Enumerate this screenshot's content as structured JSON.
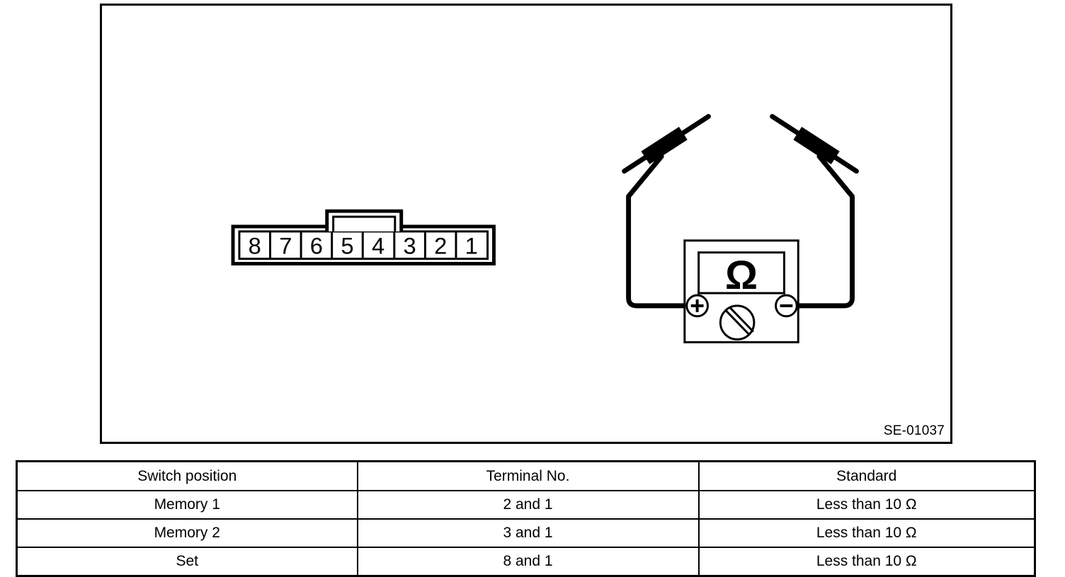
{
  "figure": {
    "code": "SE-01037",
    "connector": {
      "name": "8-pin-connector",
      "pins": [
        "8",
        "7",
        "6",
        "5",
        "4",
        "3",
        "2",
        "1"
      ]
    },
    "meter": {
      "name": "ohmmeter",
      "display_symbol": "Ω",
      "positive_terminal": "+",
      "negative_terminal": "−",
      "probe_count": 2
    }
  },
  "table": {
    "headers": [
      "Switch position",
      "Terminal No.",
      "Standard"
    ],
    "rows": [
      {
        "switch_position": "Memory 1",
        "terminal_no": "2 and 1",
        "standard": "Less than 10 Ω"
      },
      {
        "switch_position": "Memory 2",
        "terminal_no": "3 and 1",
        "standard": "Less than 10 Ω"
      },
      {
        "switch_position": "Set",
        "terminal_no": "8 and 1",
        "standard": "Less than 10 Ω"
      }
    ]
  },
  "colors": {
    "line": "#000000",
    "background": "#ffffff"
  }
}
